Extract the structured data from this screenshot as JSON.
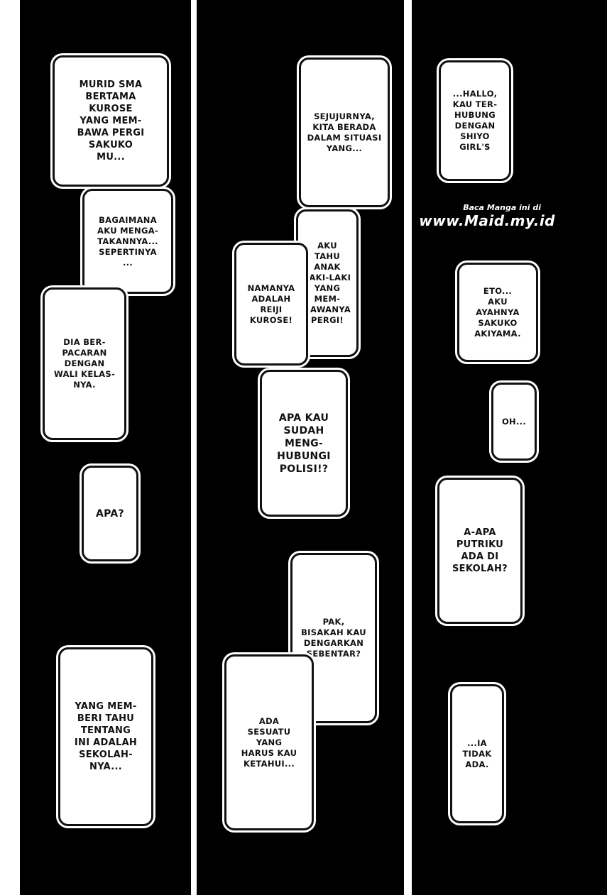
{
  "panels": [
    {
      "bubbles": [
        {
          "id": "b1",
          "text": "MURID SMA\nBERTAMA\nKUROSE\nYANG MEM-\nBAWA PERGI\nSAKUKO\nMU..."
        },
        {
          "id": "b2",
          "text": "BAGAIMANA\nAKU MENGA-\nTAKANNYA...\nSEPERTINYA\n..."
        },
        {
          "id": "b3",
          "text": "DIA BER-\nPACARAN\nDENGAN\nWALI KELAS-\nNYA."
        },
        {
          "id": "b4",
          "text": "APA?"
        },
        {
          "id": "b5",
          "text": "YANG MEM-\nBERI TAHU\nTENTANG\nINI ADALAH\nSEKOLAH-\nNYA..."
        }
      ]
    },
    {
      "bubbles": [
        {
          "id": "b6",
          "text": "SEJUJURNYA,\nKITA BERADA\nDALAM SITUASI\nYANG..."
        },
        {
          "id": "b7",
          "text": "AKU\nTAHU\nANAK\nLAKI-LAKI\nYANG\nMEM-\nBAWANYA\nPERGI!"
        },
        {
          "id": "b8",
          "text": "NAMANYA\nADALAH\nREIJI\nKUROSE!"
        },
        {
          "id": "b9",
          "text": "APA KAU\nSUDAH\nMENG-\nHUBUNGI\nPOLISI!?"
        },
        {
          "id": "b10",
          "text": "PAK,\nBISAKAH KAU\nDENGARKAN\nSEBENTAR?"
        },
        {
          "id": "b11",
          "text": "ADA\nSESUATU\nYANG\nHARUS KAU\nKETAHUI..."
        }
      ]
    },
    {
      "bubbles": [
        {
          "id": "b12",
          "text": "...HALLO,\nKAU TER-\nHUBUNG\nDENGAN\nSHIYO\nGIRL'S"
        },
        {
          "id": "b13",
          "text": "ETO...\nAKU\nAYAHNYA\nSAKUKO\nAKIYAMA."
        },
        {
          "id": "b14",
          "text": "OH..."
        },
        {
          "id": "b15",
          "text": "A-APA\nPUTRIKU\nADA DI\nSEKOLAH?"
        },
        {
          "id": "b16",
          "text": "...IA\nTIDAK\nADA."
        }
      ]
    }
  ],
  "watermark": {
    "line1": "Baca Manga ini di",
    "line2": "www.Maid.my.id"
  }
}
